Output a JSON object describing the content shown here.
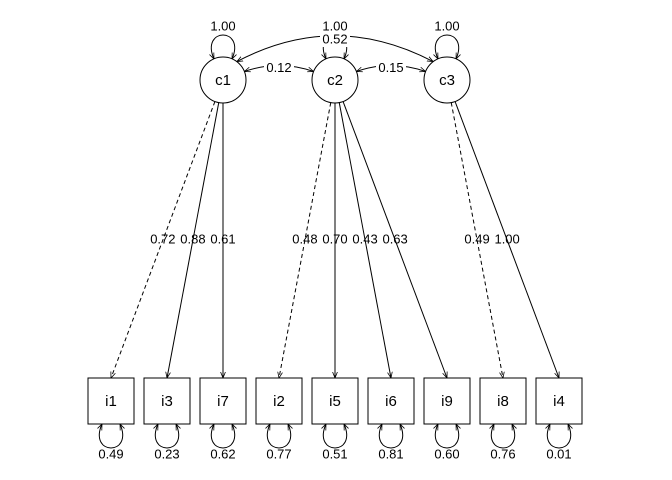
{
  "latents": [
    {
      "id": "c1",
      "label": "c1",
      "variance": "1.00"
    },
    {
      "id": "c2",
      "label": "c2",
      "variance": "1.00"
    },
    {
      "id": "c3",
      "label": "c3",
      "variance": "1.00"
    }
  ],
  "covariances": [
    {
      "from": "c1",
      "to": "c2",
      "label": "0.12"
    },
    {
      "from": "c2",
      "to": "c3",
      "label": "0.15"
    },
    {
      "from": "c1",
      "to": "c3",
      "label": "0.52"
    }
  ],
  "indicators": [
    {
      "id": "i1",
      "label": "i1",
      "residual": "0.49"
    },
    {
      "id": "i3",
      "label": "i3",
      "residual": "0.23"
    },
    {
      "id": "i7",
      "label": "i7",
      "residual": "0.62"
    },
    {
      "id": "i2",
      "label": "i2",
      "residual": "0.77"
    },
    {
      "id": "i5",
      "label": "i5",
      "residual": "0.51"
    },
    {
      "id": "i6",
      "label": "i6",
      "residual": "0.81"
    },
    {
      "id": "i9",
      "label": "i9",
      "residual": "0.60"
    },
    {
      "id": "i8",
      "label": "i8",
      "residual": "0.76"
    },
    {
      "id": "i4",
      "label": "i4",
      "residual": "0.01"
    }
  ],
  "loadings": [
    {
      "from": "c1",
      "to": "i1",
      "label": "0.72",
      "style": "dashed"
    },
    {
      "from": "c1",
      "to": "i3",
      "label": "0.88",
      "style": "solid"
    },
    {
      "from": "c1",
      "to": "i7",
      "label": "0.61",
      "style": "solid"
    },
    {
      "from": "c2",
      "to": "i2",
      "label": "0.48",
      "style": "dashed"
    },
    {
      "from": "c2",
      "to": "i5",
      "label": "0.70",
      "style": "solid"
    },
    {
      "from": "c2",
      "to": "i6",
      "label": "0.43",
      "style": "solid"
    },
    {
      "from": "c2",
      "to": "i9",
      "label": "0.63",
      "style": "solid"
    },
    {
      "from": "c3",
      "to": "i8",
      "label": "0.49",
      "style": "dashed"
    },
    {
      "from": "c3",
      "to": "i4",
      "label": "1.00",
      "style": "solid"
    }
  ]
}
